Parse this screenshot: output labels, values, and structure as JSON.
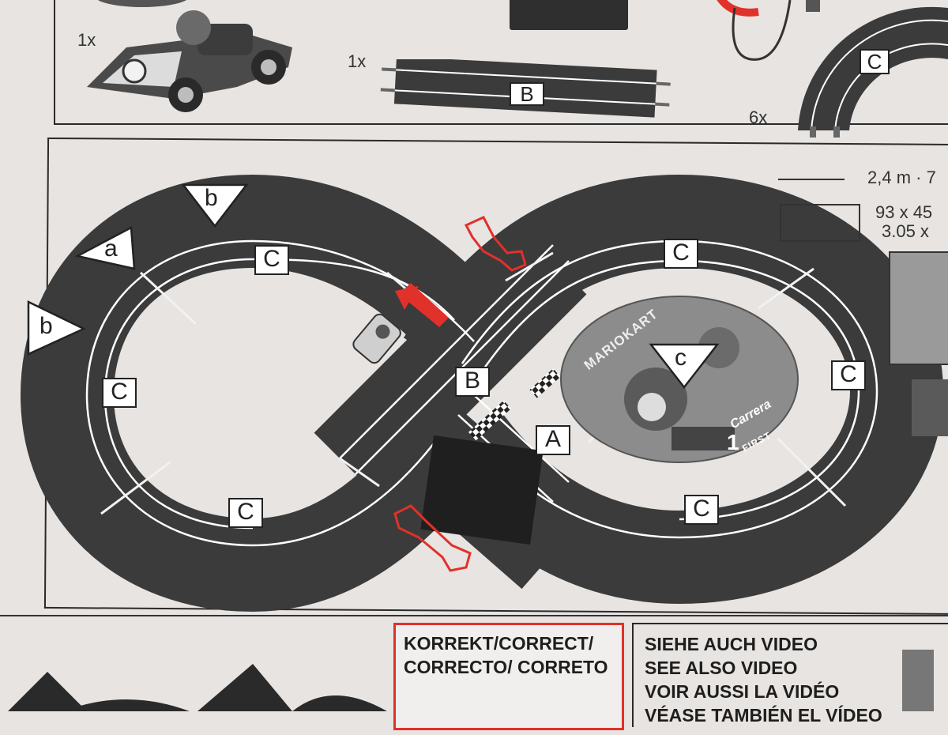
{
  "parts": {
    "kart_qty": "1x",
    "straight_qty": "1x",
    "straight_label": "B",
    "curve_qty": "6x",
    "curve_label": "C"
  },
  "layout": {
    "curve_label": "C",
    "straight_label": "B",
    "start_label": "A",
    "marker_a": "a",
    "marker_b_top": "b",
    "marker_b_left": "b",
    "marker_c": "c",
    "kart_panel_title": "MARIOKART",
    "kart_panel_brand": "Carrera",
    "kart_panel_badge": "FIRST",
    "kart_panel_number": "1"
  },
  "legend": {
    "length": "2,4 m · 7",
    "size_metric": "93 x 45",
    "size_imperial": "3.05 x"
  },
  "bottom": {
    "correct_line1": "KORREKT/CORRECT/",
    "correct_line2": "CORRECTO/ CORRETO",
    "video_line1": "SIEHE AUCH VIDEO",
    "video_line2": "SEE ALSO VIDEO",
    "video_line3": "VOIR AUSSI LA VIDÉO",
    "video_line4": "VÉASE TAMBIÉN EL VÍDEO"
  },
  "colors": {
    "track": "#3b3b3b",
    "accent_red": "#e0312a",
    "paper": "#e7e4e1"
  }
}
